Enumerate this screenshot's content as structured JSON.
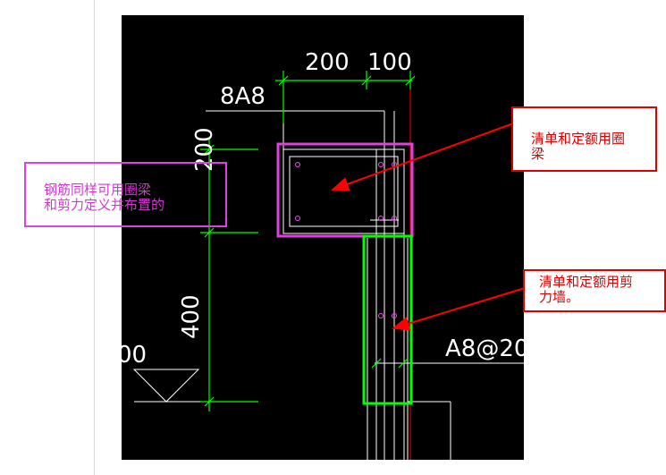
{
  "colors": {
    "background": "#ffffff",
    "canvas": "#000000",
    "dimension": "#00ff00",
    "rebar": "#ff44ff",
    "leader": "#ff0000",
    "highlight_beam": "#e040e0",
    "highlight_wall": "#00ff00"
  },
  "drawing": {
    "dim_200": "200",
    "dim_100": "100",
    "rebar_8a8": "8A8",
    "dim_200_vertical": "200",
    "dim_400": "400",
    "stirrup_label": "A8@20",
    "edge_label": "00"
  },
  "callouts": {
    "rebar_note": {
      "lines": [
        "钢筋同样可用圈梁",
        "和剪力定义并布置的"
      ]
    },
    "ring_beam_note": {
      "lines": [
        "清单和定额用圈",
        "梁"
      ]
    },
    "shear_wall_note": {
      "lines": [
        "清单和定额用剪",
        "力墙。"
      ]
    }
  }
}
